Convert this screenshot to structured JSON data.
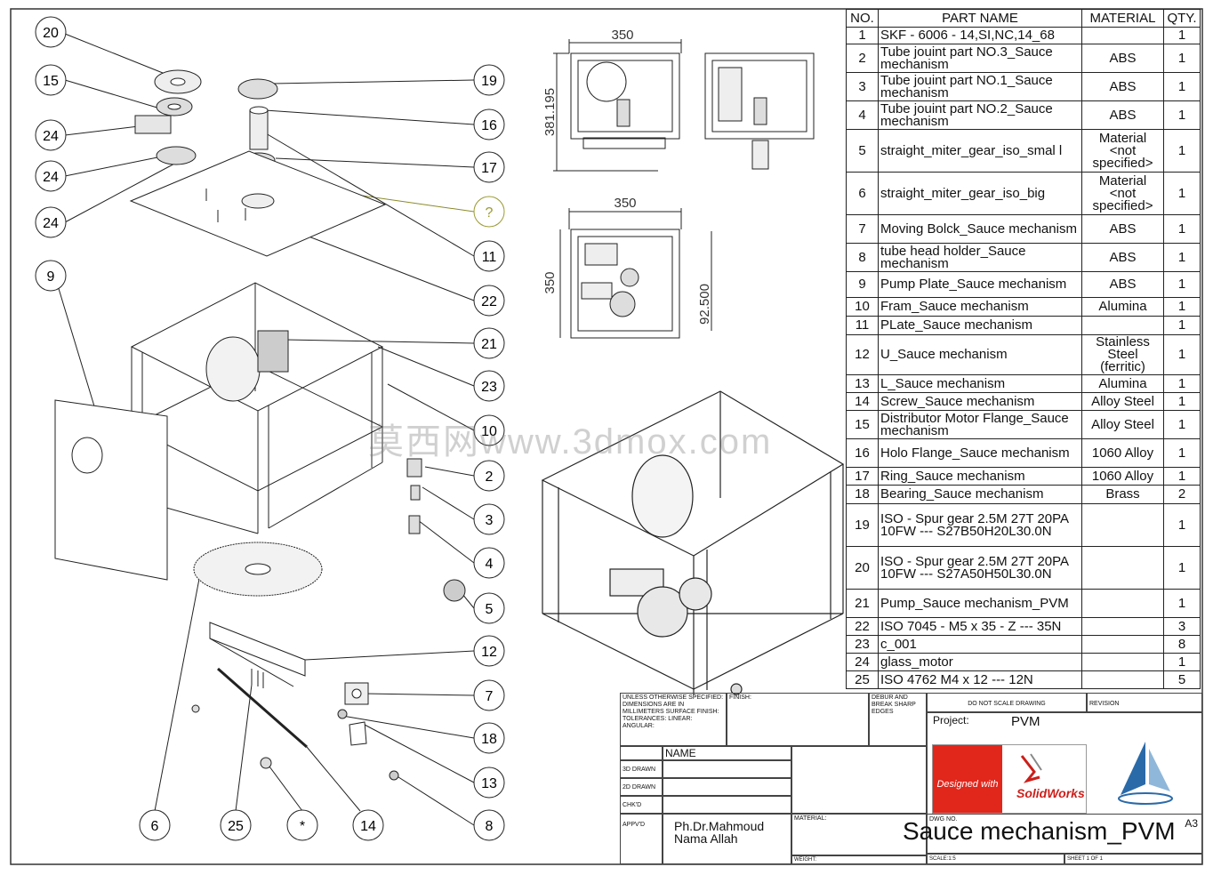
{
  "callouts": [
    {
      "id": "c20",
      "label": "20"
    },
    {
      "id": "c15",
      "label": "15"
    },
    {
      "id": "c24a",
      "label": "24"
    },
    {
      "id": "c24b",
      "label": "24"
    },
    {
      "id": "c24c",
      "label": "24"
    },
    {
      "id": "c9",
      "label": "9"
    },
    {
      "id": "c19",
      "label": "19"
    },
    {
      "id": "c16",
      "label": "16"
    },
    {
      "id": "c17",
      "label": "17"
    },
    {
      "id": "cq",
      "label": "?"
    },
    {
      "id": "c11",
      "label": "11"
    },
    {
      "id": "c22",
      "label": "22"
    },
    {
      "id": "c21",
      "label": "21"
    },
    {
      "id": "c23",
      "label": "23"
    },
    {
      "id": "c10",
      "label": "10"
    },
    {
      "id": "c2",
      "label": "2"
    },
    {
      "id": "c3",
      "label": "3"
    },
    {
      "id": "c4",
      "label": "4"
    },
    {
      "id": "c5",
      "label": "5"
    },
    {
      "id": "c12",
      "label": "12"
    },
    {
      "id": "c7",
      "label": "7"
    },
    {
      "id": "c18",
      "label": "18"
    },
    {
      "id": "c13",
      "label": "13"
    },
    {
      "id": "c8",
      "label": "8"
    },
    {
      "id": "c6",
      "label": "6"
    },
    {
      "id": "c25",
      "label": "25"
    },
    {
      "id": "cstar",
      "label": "*"
    },
    {
      "id": "c14",
      "label": "14"
    }
  ],
  "dimensions": {
    "top_width": "350",
    "top_height": "381.195",
    "mid_width": "350",
    "mid_height": "350",
    "mid_offset": "92.500"
  },
  "bom": {
    "headers": [
      "NO.",
      "PART NAME",
      "MATERIAL",
      "QTY."
    ],
    "rows": [
      [
        "1",
        "SKF - 6006 - 14,SI,NC,14_68",
        "",
        "1"
      ],
      [
        "2",
        "Tube jouint part NO.3_Sauce mechanism",
        "ABS",
        "1"
      ],
      [
        "3",
        "Tube jouint part NO.1_Sauce mechanism",
        "ABS",
        "1"
      ],
      [
        "4",
        "Tube jouint part NO.2_Sauce mechanism",
        "ABS",
        "1"
      ],
      [
        "5",
        "straight_miter_gear_iso_smal l",
        "Material <not specified>",
        "1"
      ],
      [
        "6",
        "straight_miter_gear_iso_big",
        "Material <not specified>",
        "1"
      ],
      [
        "7",
        "Moving Bolck_Sauce mechanism",
        "ABS",
        "1"
      ],
      [
        "8",
        "tube head holder_Sauce mechanism",
        "ABS",
        "1"
      ],
      [
        "9",
        "Pump Plate_Sauce mechanism",
        "ABS",
        "1"
      ],
      [
        "10",
        "Fram_Sauce mechanism",
        "Alumina",
        "1"
      ],
      [
        "11",
        "PLate_Sauce mechanism",
        "",
        "1"
      ],
      [
        "12",
        "U_Sauce mechanism",
        "Stainless Steel (ferritic)",
        "1"
      ],
      [
        "13",
        "L_Sauce mechanism",
        "Alumina",
        "1"
      ],
      [
        "14",
        "Screw_Sauce mechanism",
        "Alloy Steel",
        "1"
      ],
      [
        "15",
        "Distributor Motor Flange_Sauce mechanism",
        "Alloy Steel",
        "1"
      ],
      [
        "16",
        "Holo Flange_Sauce mechanism",
        "1060 Alloy",
        "1"
      ],
      [
        "17",
        "Ring_Sauce mechanism",
        "1060 Alloy",
        "1"
      ],
      [
        "18",
        "Bearing_Sauce mechanism",
        "Brass",
        "2"
      ],
      [
        "19",
        "ISO - Spur gear 2.5M 27T 20PA 10FW --- S27B50H20L30.0N",
        "",
        "1"
      ],
      [
        "20",
        "ISO - Spur gear 2.5M 27T 20PA 10FW --- S27A50H50L30.0N",
        "",
        "1"
      ],
      [
        "21",
        "Pump_Sauce mechanism_PVM",
        "",
        "1"
      ],
      [
        "22",
        "ISO 7045 - M5 x 35 - Z --- 35N",
        "",
        "3"
      ],
      [
        "23",
        "c_001",
        "",
        "8"
      ],
      [
        "24",
        "glass_motor",
        "",
        "1"
      ],
      [
        "25",
        "ISO 4762 M4 x 12 --- 12N",
        "",
        "5"
      ]
    ]
  },
  "title_block": {
    "unless": "UNLESS OTHERWISE SPECIFIED: DIMENSIONS ARE IN MILLIMETERS SURFACE FINISH: TOLERANCES: LINEAR: ANGULAR:",
    "finish": "FINISH:",
    "deburr": "DEBUR AND BREAK SHARP EDGES",
    "do_not_scale": "DO NOT SCALE DRAWING",
    "revision": "REVISION",
    "project_label": "Project:",
    "project": "PVM",
    "name_header": "NAME",
    "drawn3d": "3D DRAWN",
    "drawn2d": "2D DRAWN",
    "chkd": "CHK'D",
    "appvd": "APPV'D",
    "approver": "Ph.Dr.Mahmoud Nama Allah",
    "material_label": "MATERIAL:",
    "weight_label": "WEIGHT:",
    "dwg_label": "DWG NO.",
    "dwg_title": "Sauce mechanism_PVM",
    "size": "A3",
    "scale": "SCALE:1:5",
    "sheet": "SHEET 1 OF 1",
    "logo_designed": "Designed with",
    "logo_sw": "SolidWorks"
  },
  "watermark": "莫西网www.3dmox.com"
}
